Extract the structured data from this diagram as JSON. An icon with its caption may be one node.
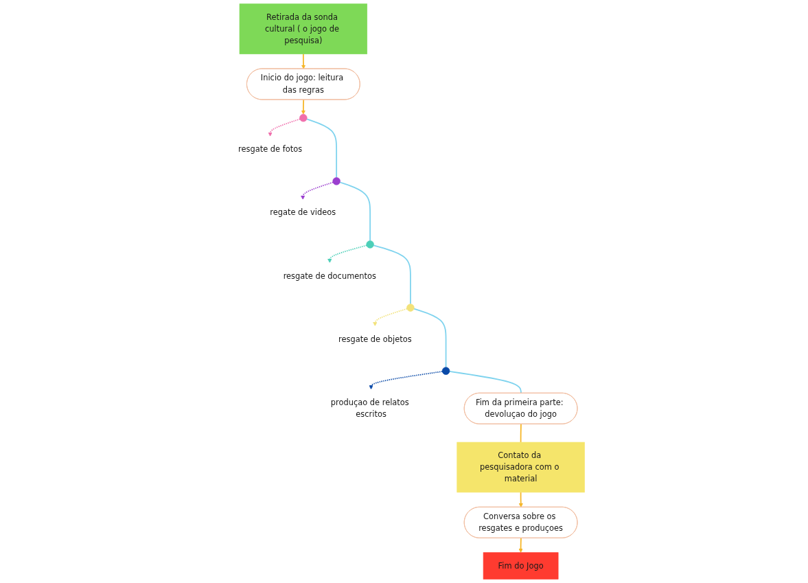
{
  "diagram": {
    "nodes": [
      {
        "text": [
          "Retirada da sonda cultural ( o jogo de pesquisa)"
        ]
      },
      {
        "text": [
          "Inicio do jogo: leitura das regras"
        ]
      },
      {
        "text": [],
        "shape": "circle"
      },
      {
        "text": [
          "resgate de fotos"
        ]
      },
      {
        "text": [],
        "shape": "circle"
      },
      {
        "text": [
          "regate de videos"
        ]
      },
      {
        "text": [],
        "shape": "circle"
      },
      {
        "text": [
          "resgate de documentos"
        ]
      },
      {
        "text": [],
        "shape": "circle"
      },
      {
        "text": [
          "resgate de objetos"
        ]
      },
      {
        "text": [],
        "shape": "circle"
      },
      {
        "text": [
          "produçao de relatos escritos"
        ]
      },
      {
        "text": [
          "Fim da primeira parte: devoluçao do jogo"
        ]
      },
      {
        "text": [
          "Contato da pesquisadora com o material"
        ]
      },
      {
        "text": [
          "Conversa sobre os resgates e produçoes"
        ]
      },
      {
        "text": [
          "Fim do Jogo"
        ]
      }
    ],
    "edges": [
      {
        "from": 0,
        "to": 1,
        "arrow": "to",
        "color": "#f6b628"
      },
      {
        "from": 1,
        "to": 2,
        "arrow": "to",
        "color": "#f6b628"
      },
      {
        "from": 2,
        "to": 3,
        "arrow": "to",
        "style": "dashed",
        "color": "#f06fac"
      },
      {
        "from": 2,
        "to": 4,
        "arrow": "none",
        "color": "#7fd3ee"
      },
      {
        "from": 4,
        "to": 5,
        "arrow": "to",
        "style": "dashed",
        "color": "#9b3fcf"
      },
      {
        "from": 4,
        "to": 6,
        "arrow": "none",
        "color": "#7fd3ee"
      },
      {
        "from": 6,
        "to": 7,
        "arrow": "to",
        "style": "dashed",
        "color": "#4ccfb8"
      },
      {
        "from": 6,
        "to": 8,
        "arrow": "none",
        "color": "#7fd3ee"
      },
      {
        "from": 8,
        "to": 9,
        "arrow": "to",
        "style": "dashed",
        "color": "#f2e27a"
      },
      {
        "from": 8,
        "to": 10,
        "arrow": "none",
        "color": "#7fd3ee"
      },
      {
        "from": 10,
        "to": 11,
        "arrow": "to",
        "style": "dashed",
        "color": "#0a4aa8"
      },
      {
        "from": 10,
        "to": 12,
        "arrow": "none",
        "color": "#7fd3ee"
      },
      {
        "from": 12,
        "to": 13,
        "arrow": "none",
        "color": "#f6b628"
      },
      {
        "from": 13,
        "to": 14,
        "arrow": "to",
        "color": "#f6b628"
      },
      {
        "from": 14,
        "to": 15,
        "arrow": "to",
        "color": "#f6b628"
      }
    ]
  }
}
